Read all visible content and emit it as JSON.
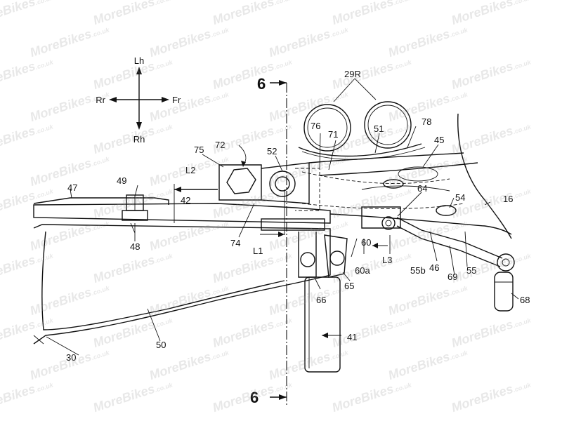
{
  "figure": {
    "watermark_text": "MoreBikes",
    "watermark_suffix": ".co.uk",
    "direction": {
      "up": "Lh",
      "down": "Rh",
      "left": "Rr",
      "right": "Fr"
    },
    "section_top": "6",
    "section_bottom": "6",
    "labels": {
      "l29R": "29R",
      "l51": "51",
      "l78": "78",
      "l76": "76",
      "l71": "71",
      "l45": "45",
      "l72": "72",
      "l75": "75",
      "l52": "52",
      "lL2": "L2",
      "l49": "49",
      "l47": "47",
      "l42": "42",
      "l64": "64",
      "l54": "54",
      "l16": "16",
      "l48": "48",
      "l74": "74",
      "lL1": "L1",
      "l60": "60",
      "l60a": "60a",
      "lL3": "L3",
      "l55b": "55b",
      "l46": "46",
      "l69": "69",
      "l55": "55",
      "l65": "65",
      "l66": "66",
      "l68": "68",
      "l50": "50",
      "l41": "41",
      "l30": "30"
    }
  }
}
